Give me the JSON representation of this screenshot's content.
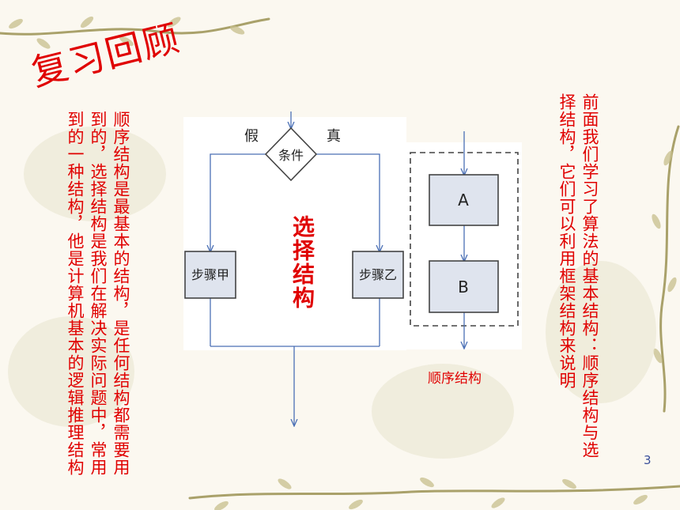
{
  "slide": {
    "title": "复习回顾",
    "left_note": "顺序结构是最基本的结构，是任何结构都需要用到的，选择结构是我们在解决实际问题中，常用到的一种结构，他是计算机基本的逻辑推理结构",
    "right_note": "前面我们学习了算法的基本结构：顺序结构与选择结构，它们可以利用框架结构来说明",
    "page_number": "3"
  },
  "selection_diagram": {
    "condition": "条件",
    "false_label": "假",
    "true_label": "真",
    "step_left": "步骤甲",
    "step_right": "步骤乙",
    "structure_label": "选择结构"
  },
  "sequence_diagram": {
    "box_a": "A",
    "box_b": "B",
    "caption": "顺序结构"
  },
  "colors": {
    "accent_red": "#e00000",
    "line_blue": "#4a6fb5",
    "box_fill": "#dfe4ee",
    "page_number": "#3a4f9a"
  }
}
